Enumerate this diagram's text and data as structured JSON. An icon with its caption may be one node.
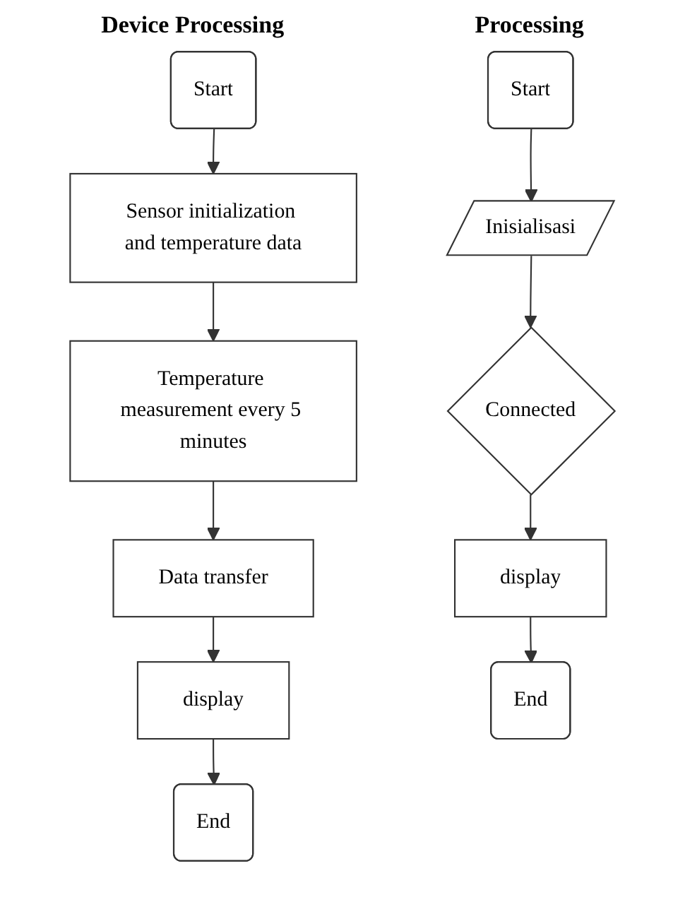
{
  "diagram": {
    "nodes": [
      {
        "text": [
          "Start"
        ]
      },
      {
        "text": [
          "Sensor initialization and temperature data"
        ]
      },
      {
        "text": [
          "Temperature measurement every 5 minutes"
        ]
      },
      {
        "text": [
          "Data transfer"
        ]
      },
      {
        "text": [
          "display"
        ]
      },
      {
        "text": [
          "End"
        ]
      },
      {
        "text": [
          "Start"
        ]
      },
      {
        "text": [
          "Inisialisasi"
        ]
      },
      {
        "text": [
          "Connected"
        ]
      },
      {
        "text": [
          "display"
        ]
      },
      {
        "text": [
          "End"
        ]
      }
    ],
    "edges": [
      {
        "from": 0,
        "to": 1,
        "arrow": "to"
      },
      {
        "from": 1,
        "to": 2,
        "arrow": "to"
      },
      {
        "from": 2,
        "to": 3,
        "arrow": "to"
      },
      {
        "from": 3,
        "to": 4,
        "arrow": "to"
      },
      {
        "from": 4,
        "to": 5,
        "arrow": "to"
      },
      {
        "from": 6,
        "to": 7,
        "arrow": "to"
      },
      {
        "from": 7,
        "to": 8,
        "arrow": "to"
      },
      {
        "from": 8,
        "to": 9,
        "arrow": "to"
      },
      {
        "from": 9,
        "to": 10,
        "arrow": "to"
      }
    ],
    "labels": [
      "Device Processing",
      "Processing"
    ]
  }
}
